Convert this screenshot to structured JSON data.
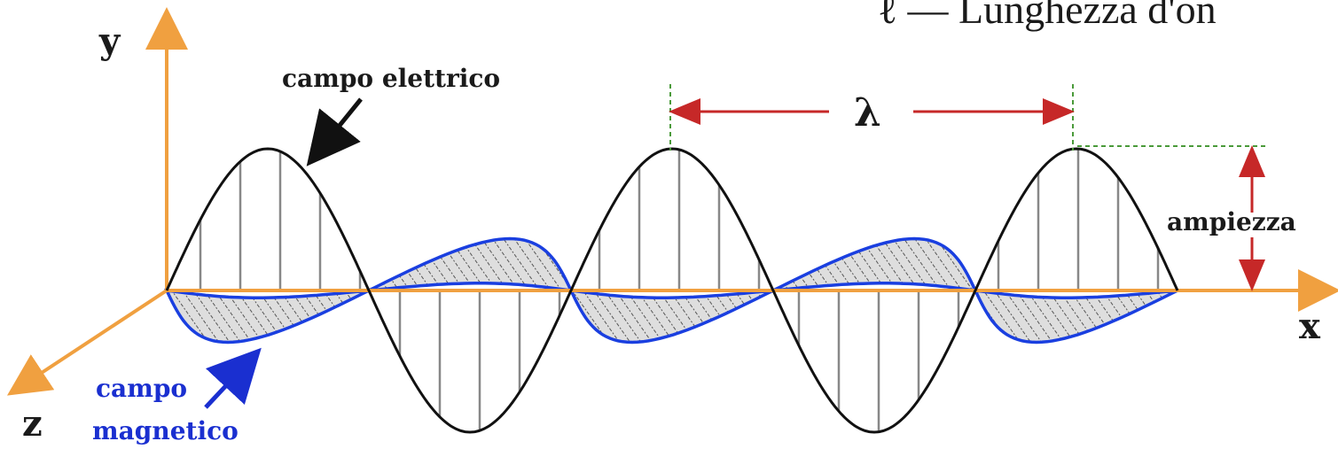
{
  "header_fragment": "ℓ — Lunghezza d'on",
  "labels": {
    "y_axis": "y",
    "x_axis": "x",
    "z_axis": "z",
    "electric_field": "campo elettrico",
    "magnetic_field_line1": "campo",
    "magnetic_field_line2": "magnetico",
    "wavelength": "λ",
    "amplitude": "ampiezza"
  },
  "colors": {
    "axis": "#f0a040",
    "electric_wave": "#111111",
    "magnetic_wave": "#1a3fe0",
    "magnetic_text": "#1a2fd0",
    "wavelength_arrow": "#c62828",
    "guide_dashed_wavelength": "#4a9a3a",
    "hatch_fill": "#dcdcdc",
    "hatch_lines": "#555555",
    "vertical_lines": "#888888"
  },
  "wave": {
    "electric_cycles": 2.5,
    "magnetic_cycles": 2.5
  }
}
